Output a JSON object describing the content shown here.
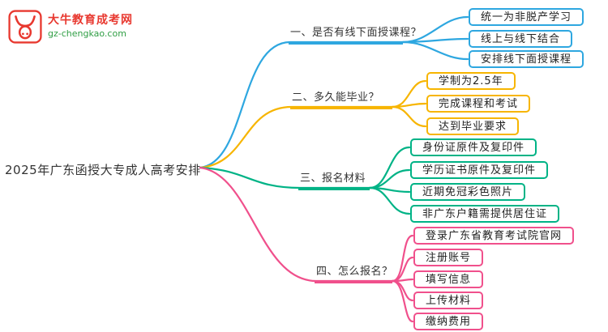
{
  "logo": {
    "site_name": "大牛教育成考网",
    "site_url": "gz-chengkao.com",
    "brand_red": "#e8382f",
    "brand_green": "#2f9e44"
  },
  "root": {
    "title": "2025年广东函授大专成人高考安排"
  },
  "branches": [
    {
      "label": "一、是否有线下面授课程？",
      "color": "#2ea7e0",
      "leaves": [
        "统一为非脱产学习",
        "线上与线下结合",
        "安排线下面授课程"
      ]
    },
    {
      "label": "二、多久能毕业？",
      "color": "#f7b500",
      "leaves": [
        "学制为2.5年",
        "完成课程和考试",
        "达到毕业要求"
      ]
    },
    {
      "label": "三、报名材料",
      "color": "#00b386",
      "leaves": [
        "身份证原件及复印件",
        "学历证书原件及复印件",
        "近期免冠彩色照片",
        "非广东户籍需提供居住证"
      ]
    },
    {
      "label": "四、怎么报名？",
      "color": "#f0508c",
      "leaves": [
        "登录广东省教育考试院官网",
        "注册账号",
        "填写信息",
        "上传材料",
        "缴纳费用"
      ]
    }
  ]
}
